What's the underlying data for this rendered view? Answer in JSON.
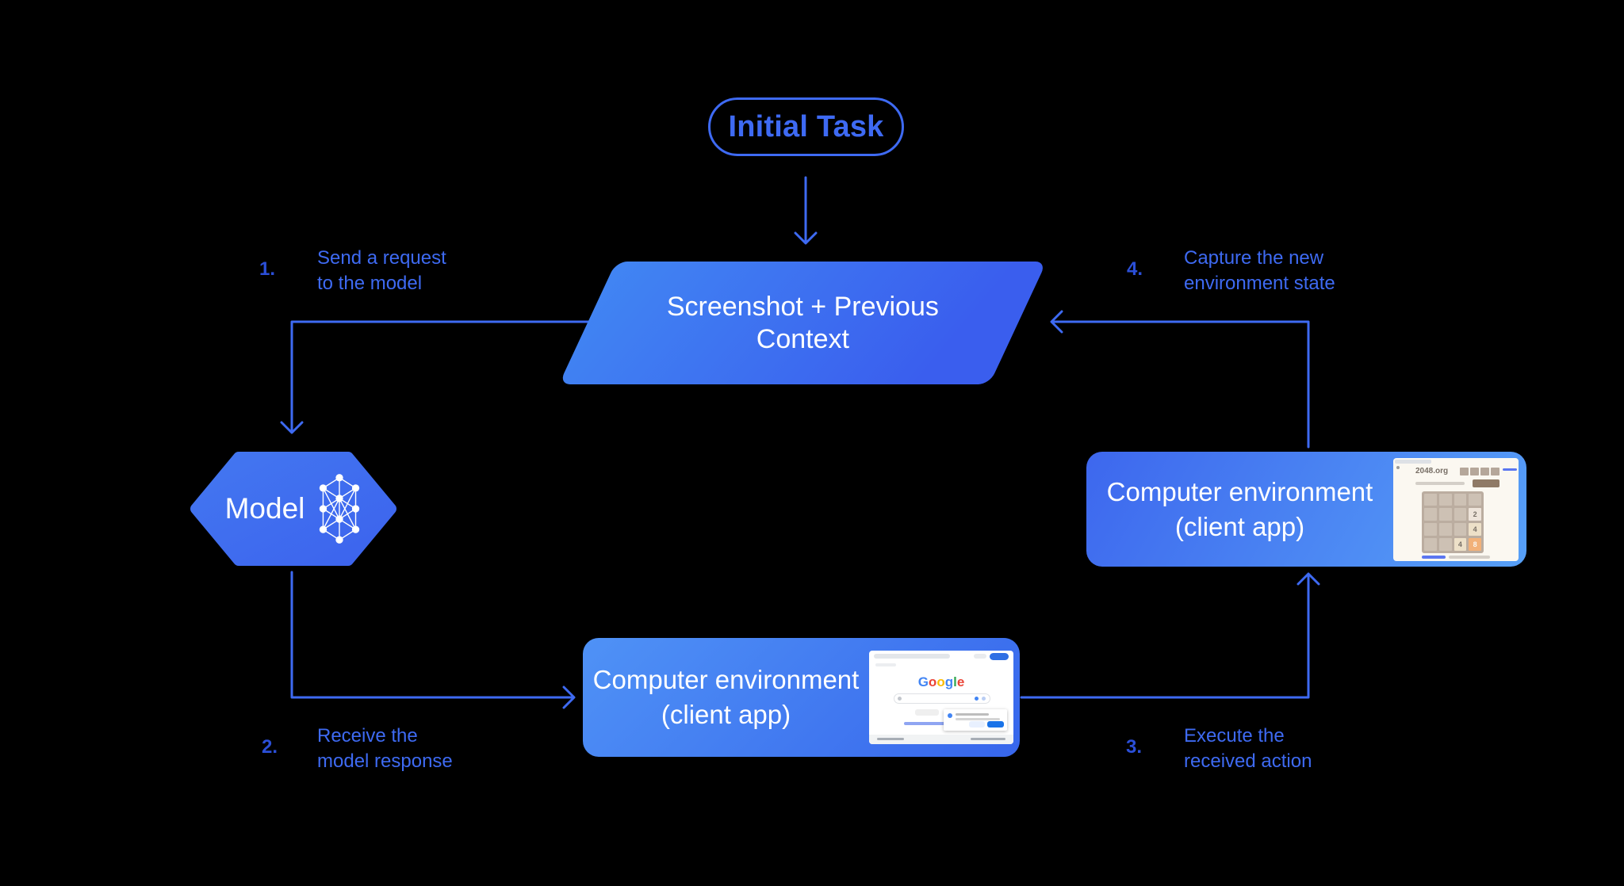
{
  "colors": {
    "background": "#000000",
    "accent_line": "#3e6af2",
    "step_number": "#2b4fd8",
    "node_text": "#ffffff",
    "node_blue_light": "#4f92f6",
    "node_blue_dark": "#3766ec"
  },
  "diagram": {
    "initial_task": "Initial Task",
    "screenshot_box": {
      "line1": "Screenshot + Previous",
      "line2": "Context"
    },
    "model": "Model",
    "env_bottom": {
      "line1": "Computer environment",
      "line2": "(client app)"
    },
    "env_right": {
      "line1": "Computer environment",
      "line2": "(client app)"
    },
    "steps": [
      {
        "num": "1.",
        "line1": "Send a request",
        "line2": "to the model"
      },
      {
        "num": "2.",
        "line1": "Receive the",
        "line2": "model response"
      },
      {
        "num": "3.",
        "line1": "Execute the",
        "line2": "received action"
      },
      {
        "num": "4.",
        "line1": "Capture the new",
        "line2": "environment state"
      }
    ]
  },
  "thumbnails": {
    "google_page": {
      "logo_letters": [
        "G",
        "o",
        "o",
        "g",
        "l",
        "e"
      ]
    },
    "game_2048": {
      "site_title": "2048.org",
      "tiles": [
        "2",
        "4",
        "4",
        "8"
      ]
    }
  }
}
